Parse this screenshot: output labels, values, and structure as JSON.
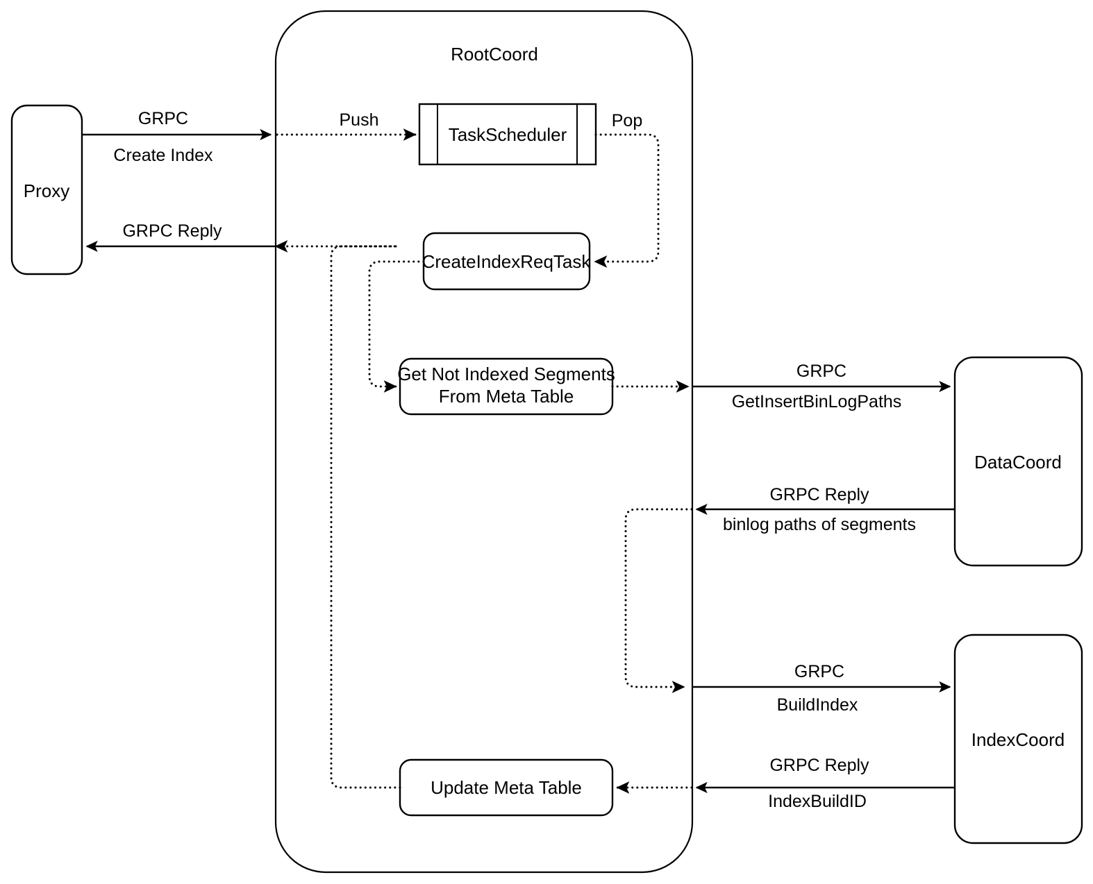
{
  "diagram": {
    "title": "RootCoord Create Index Flow",
    "type": "flow-diagram",
    "background": "#ffffff",
    "stroke_color": "#000000"
  },
  "containers": [
    {
      "id": "rootcoord",
      "label": "RootCoord",
      "shape": "rounded-rect"
    }
  ],
  "nodes": [
    {
      "id": "proxy",
      "label": "Proxy",
      "shape": "rounded-rect"
    },
    {
      "id": "task_scheduler",
      "label": "TaskScheduler",
      "shape": "queue-rect"
    },
    {
      "id": "create_index_req_task",
      "label": "CreateIndexReqTask",
      "shape": "rounded-rect"
    },
    {
      "id": "get_not_indexed_segments",
      "label_line1": "Get Not Indexed Segments",
      "label_line2": "From Meta Table",
      "shape": "rounded-rect"
    },
    {
      "id": "update_meta_table",
      "label": "Update Meta Table",
      "shape": "rounded-rect"
    },
    {
      "id": "datacoord",
      "label": "DataCoord",
      "shape": "rounded-rect"
    },
    {
      "id": "indexcoord",
      "label": "IndexCoord",
      "shape": "rounded-rect"
    }
  ],
  "edges": [
    {
      "id": "proxy-to-rootcoord",
      "from": "proxy",
      "to": "rootcoord",
      "style": "solid",
      "label_top": "GRPC",
      "label_bottom": "Create Index"
    },
    {
      "id": "rootcoord-to-proxy",
      "from": "rootcoord",
      "to": "proxy",
      "style": "solid",
      "label_top": "GRPC Reply",
      "label_bottom": ""
    },
    {
      "id": "push-to-scheduler",
      "from": "rootcoord",
      "to": "task_scheduler",
      "style": "dotted",
      "label_top": "Push",
      "label_bottom": ""
    },
    {
      "id": "pop-to-task",
      "from": "task_scheduler",
      "to": "create_index_req_task",
      "style": "dotted",
      "label_top": "Pop",
      "label_bottom": ""
    },
    {
      "id": "task-to-getsegments",
      "from": "create_index_req_task",
      "to": "get_not_indexed_segments",
      "style": "dotted",
      "label_top": "",
      "label_bottom": ""
    },
    {
      "id": "getsegments-to-datacoord",
      "from": "get_not_indexed_segments",
      "to": "datacoord",
      "style": "solid",
      "label_top": "GRPC",
      "label_bottom": "GetInsertBinLogPaths"
    },
    {
      "id": "datacoord-reply",
      "from": "datacoord",
      "to": "rootcoord",
      "style": "solid",
      "label_top": "GRPC Reply",
      "label_bottom": "binlog paths of segments"
    },
    {
      "id": "rootcoord-to-indexcoord",
      "from": "rootcoord",
      "to": "indexcoord",
      "style": "solid",
      "label_top": "GRPC",
      "label_bottom": "BuildIndex"
    },
    {
      "id": "indexcoord-reply",
      "from": "indexcoord",
      "to": "update_meta_table",
      "style": "solid",
      "label_top": "GRPC Reply",
      "label_bottom": "IndexBuildID"
    },
    {
      "id": "updatemeta-to-reply",
      "from": "update_meta_table",
      "to": "rootcoord",
      "style": "dotted",
      "label_top": "",
      "label_bottom": ""
    }
  ],
  "labels": {
    "rootcoord": "RootCoord",
    "proxy": "Proxy",
    "task_scheduler": "TaskScheduler",
    "create_index_req_task": "CreateIndexReqTask",
    "get_not_indexed_segments_l1": "Get Not Indexed Segments",
    "get_not_indexed_segments_l2": "From Meta Table",
    "update_meta_table": "Update Meta Table",
    "datacoord": "DataCoord",
    "indexcoord": "IndexCoord",
    "grpc_1": "GRPC",
    "create_index": "Create Index",
    "grpc_reply_1": "GRPC Reply",
    "push": "Push",
    "pop": "Pop",
    "grpc_2": "GRPC",
    "get_insert_binlog_paths": "GetInsertBinLogPaths",
    "grpc_reply_2": "GRPC Reply",
    "binlog_paths_of_segments": "binlog paths of segments",
    "grpc_3": "GRPC",
    "build_index": "BuildIndex",
    "grpc_reply_3": "GRPC Reply",
    "index_build_id": "IndexBuildID"
  }
}
